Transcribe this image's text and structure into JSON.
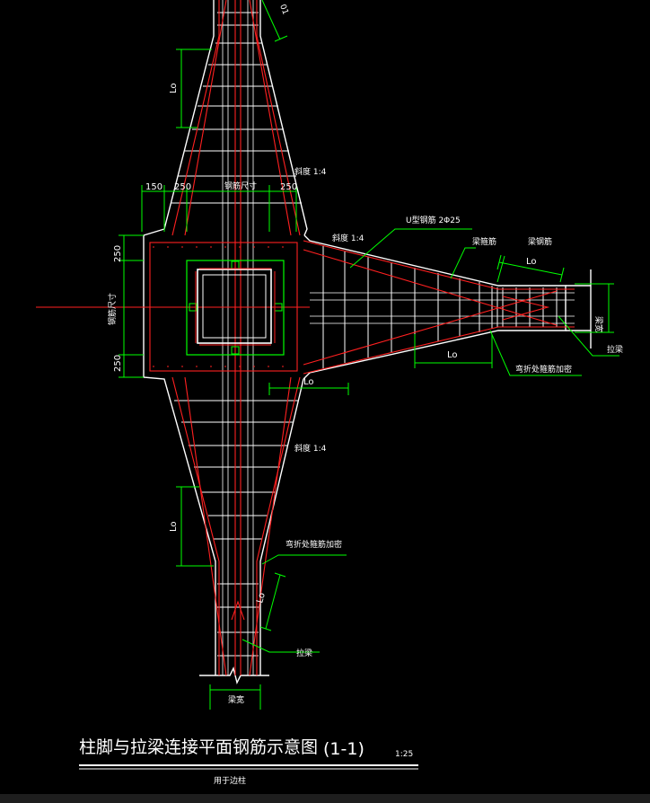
{
  "labels": {
    "slope_top": "斜度 1:4",
    "slope_right": "斜度 1:4",
    "slope_bottom": "斜度 1:4",
    "u_bar": "U型钢筋 2Φ25",
    "beam_stirrup": "梁箍筋",
    "beam_bar": "梁钢筋",
    "bend_densify_right": "弯折处箍筋加密",
    "bend_densify_bottom": "弯折处箍筋加密",
    "tie_beam_right": "拉梁",
    "tie_beam_bottom": "拉梁",
    "col_size": "钢筋尺寸",
    "col_size_vertical": "钢筋尺寸",
    "beam_width_right": "梁宽",
    "beam_width_bottom": "梁宽",
    "top_corner": "01"
  },
  "dimensions": {
    "d150": "150",
    "d250_left": "250",
    "d250_right": "250",
    "d250_v_top": "250",
    "d250_v_bottom": "250",
    "lo_top": "Lo",
    "lo_bottom": "Lo",
    "lo_right_top": "Lo",
    "lo_right_mid": "Lo",
    "lo_center": "Lo",
    "lo_bottom_diag": "Lo"
  },
  "title": {
    "main": "柱脚与拉梁连接平面钢筋示意图",
    "number": "(1-1)",
    "scale": "1:25",
    "note": "用于边柱"
  },
  "colors": {
    "outline": "#ffffff",
    "rebar": "#ff2020",
    "dimension": "#00ff00",
    "background": "#000000"
  }
}
